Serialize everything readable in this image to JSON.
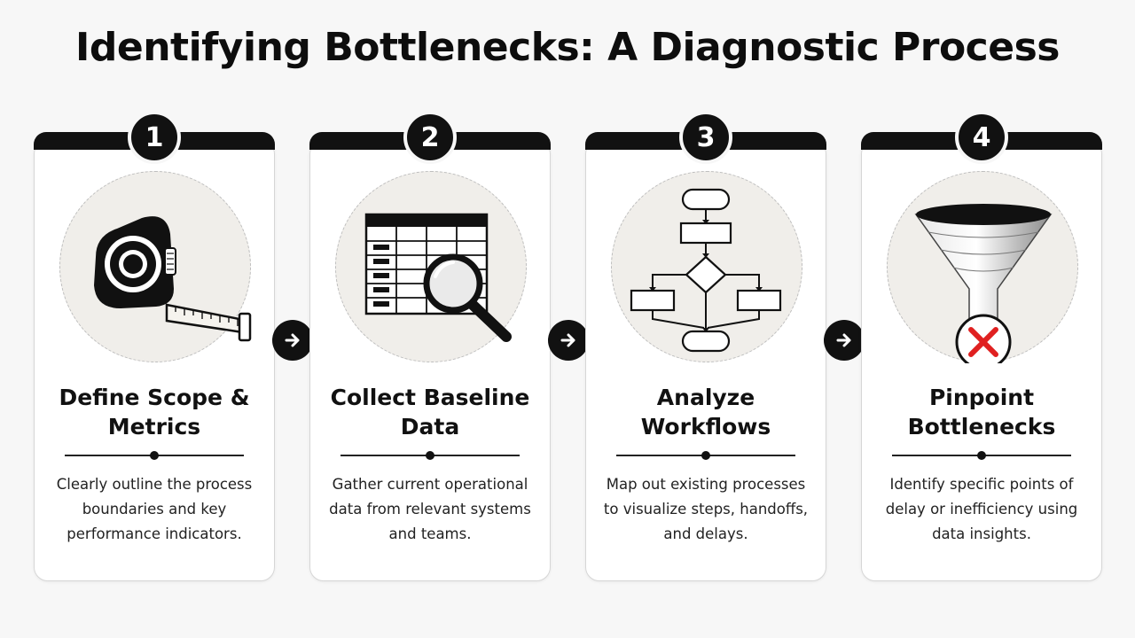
{
  "title": "Identifying Bottlenecks: A Diagnostic Process",
  "steps": [
    {
      "number": "1",
      "heading_line1": "Define Scope &",
      "heading_line2": "Metrics",
      "desc_line1": "Clearly outline the process",
      "desc_line2": "boundaries and key",
      "desc_line3": "performance indicators.",
      "icon": "tape-measure-icon"
    },
    {
      "number": "2",
      "heading_line1": "Collect Baseline",
      "heading_line2": "Data",
      "desc_line1": "Gather current operational",
      "desc_line2": "data from relevant systems",
      "desc_line3": "and teams.",
      "icon": "data-table-magnifier-icon"
    },
    {
      "number": "3",
      "heading_line1": "Analyze Workflows",
      "heading_line2": "",
      "desc_line1": "Map out existing processes",
      "desc_line2": "to visualize steps, handoffs,",
      "desc_line3": "and delays.",
      "icon": "flowchart-icon"
    },
    {
      "number": "4",
      "heading_line1": "Pinpoint",
      "heading_line2": "Bottlenecks",
      "desc_line1": "Identify specific points of",
      "desc_line2": "delay or inefficiency using",
      "desc_line3": "data insights.",
      "icon": "funnel-blocked-icon"
    }
  ],
  "connector_icon": "arrow-right-icon",
  "colors": {
    "primary": "#111111",
    "background": "#f7f7f7",
    "card": "#ffffff",
    "alert": "#e02020"
  }
}
